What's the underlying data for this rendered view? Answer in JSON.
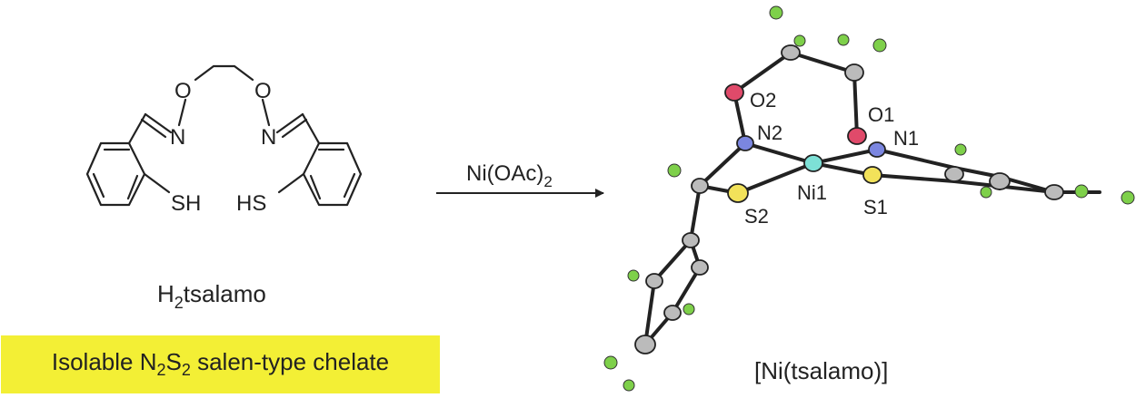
{
  "ligand": {
    "name_prefix": "H",
    "name_sub": "2",
    "name_suffix": "tsalamo",
    "atoms": {
      "o": "O",
      "n": "N",
      "sh_right": "SH",
      "sh_left": "HS"
    }
  },
  "reaction": {
    "reagent_prefix": "Ni(OAc)",
    "reagent_sub": "2"
  },
  "product": {
    "name": "[Ni(tsalamo)]",
    "atom_labels": {
      "o2": "O2",
      "o1": "O1",
      "n2": "N2",
      "n1": "N1",
      "ni1": "Ni1",
      "s2": "S2",
      "s1": "S1"
    }
  },
  "banner": {
    "text_a": "Isolable N",
    "sub_a": "2",
    "text_b": "S",
    "sub_b": "2",
    "text_c": " salen-type chelate"
  },
  "colors": {
    "banner_bg": "#f3ef35",
    "oxygen": "#e04a6a",
    "nitrogen": "#7b86e0",
    "nickel": "#7de0d6",
    "sulfur": "#f2e25a",
    "hydrogen": "#7ed04a",
    "carbon": "#bbbbbb"
  }
}
